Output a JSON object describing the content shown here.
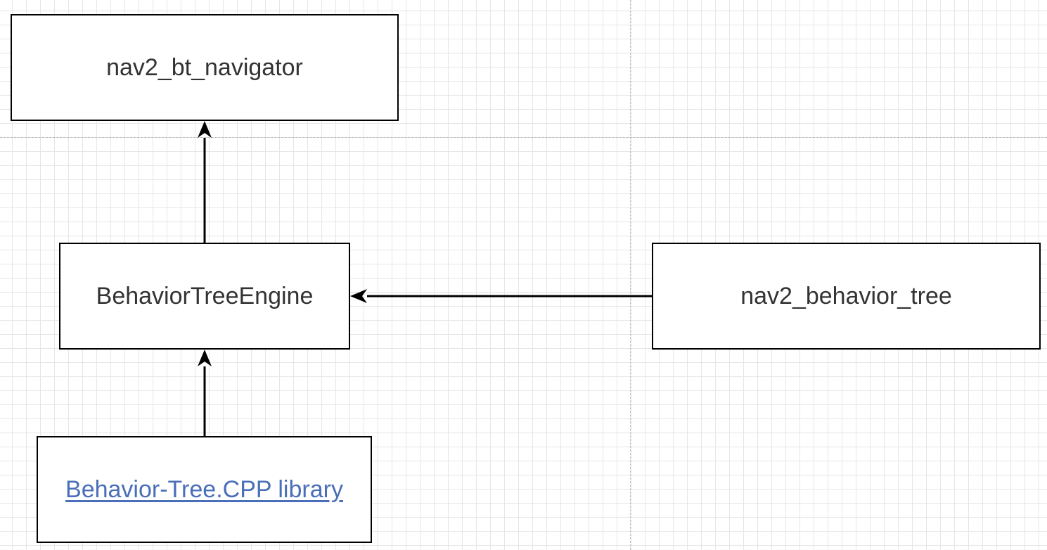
{
  "diagram": {
    "nodes": {
      "navigator": {
        "label": "nav2_bt_navigator"
      },
      "engine": {
        "label": "BehaviorTreeEngine"
      },
      "tree": {
        "label": "nav2_behavior_tree"
      },
      "library": {
        "label": "Behavior-Tree.CPP library",
        "is_link": true
      }
    },
    "edges": [
      {
        "from": "engine",
        "to": "navigator"
      },
      {
        "from": "tree",
        "to": "engine"
      },
      {
        "from": "library",
        "to": "engine"
      }
    ],
    "colors": {
      "stroke": "#000000",
      "text": "#333333",
      "link": "#4a6eb8",
      "grid": "#e6e6e6"
    }
  }
}
